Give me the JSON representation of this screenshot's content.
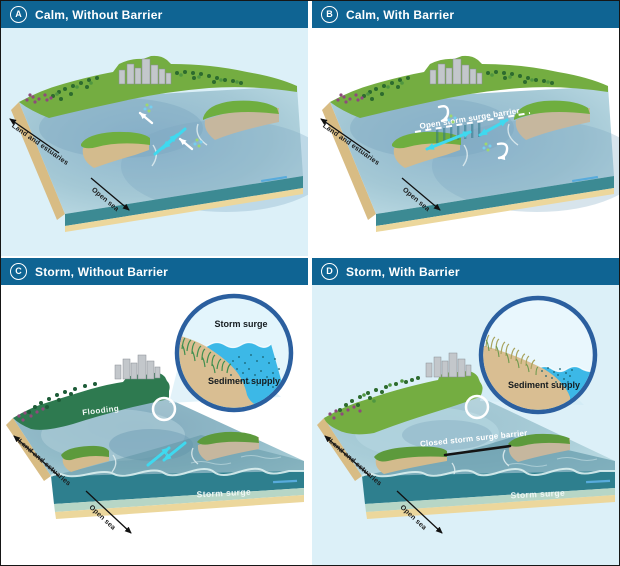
{
  "panels": [
    {
      "badge": "A",
      "title": "Calm, Without Barrier"
    },
    {
      "badge": "B",
      "title": "Calm, With Barrier"
    },
    {
      "badge": "C",
      "title": "Storm, Without Barrier"
    },
    {
      "badge": "D",
      "title": "Storm, With Barrier"
    }
  ],
  "labels": {
    "land_estuaries": "Land and estuaries",
    "open_sea": "Open sea",
    "open_barrier": "Open storm surge barrier",
    "closed_barrier": "Closed storm surge barrier",
    "flooding": "Flooding",
    "storm_surge": "Storm surge",
    "sediment_supply": "Sediment supply"
  },
  "colors": {
    "header_bg": "#0f6493",
    "panel_alt_bg": "#dcf0f8",
    "arrow_cyan": "#3fd9ef",
    "inset_border": "#2b5f9f"
  }
}
